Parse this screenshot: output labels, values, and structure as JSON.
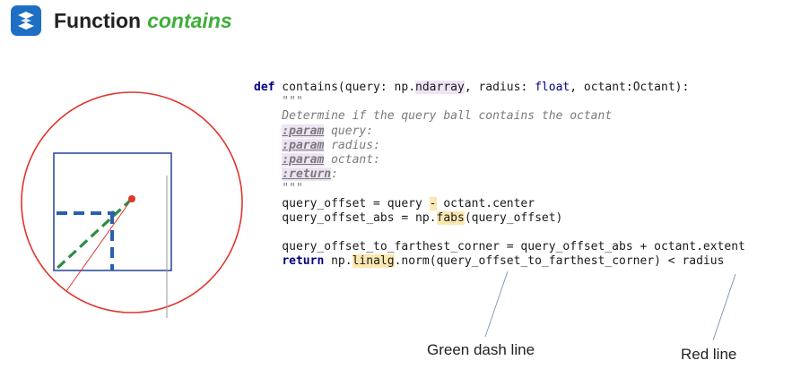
{
  "header": {
    "title_prefix": "Function",
    "title_function": "contains",
    "logo_icon": "stacked-s-logo-icon",
    "logo_color": "#1e6fc4",
    "accent_color": "#3fae3a"
  },
  "code": {
    "def_kw": "def",
    "fn_sig_1": " contains(query: np.",
    "ndarray": "ndarray",
    "fn_sig_2": ", radius: ",
    "float_ty": "float",
    "fn_sig_3": ", octant:Octant):",
    "docq": "    \"\"\"",
    "docline": "    Determine if the query ball contains the octant",
    "param_tag": ":param",
    "param_query": " query:",
    "param_radius": " radius:",
    "param_octant": " octant:",
    "return_tag": ":return",
    "return_colon": ":",
    "line_offset_a": "    query_offset = query ",
    "minus": "-",
    "line_offset_b": " octant.center",
    "line_abs_a": "    query_offset_abs = np.",
    "fabs": "fabs",
    "line_abs_b": "(query_offset)",
    "line_farthest": "    query_offset_to_farthest_corner = query_offset_abs + octant.extent",
    "return_kw": "return",
    "ret_a": " np.",
    "linalg": "linalg",
    "ret_b": ".norm(query_offset_to_farthest_corner) < radius"
  },
  "annotations": {
    "green": "Green dash line",
    "red": "Red line"
  },
  "diagram_colors": {
    "circle": "#e0352b",
    "square": "#2f4f9f",
    "blue_dash": "#2a5fb0",
    "green_dash": "#2e8b45",
    "center_dot": "#e0352b"
  }
}
